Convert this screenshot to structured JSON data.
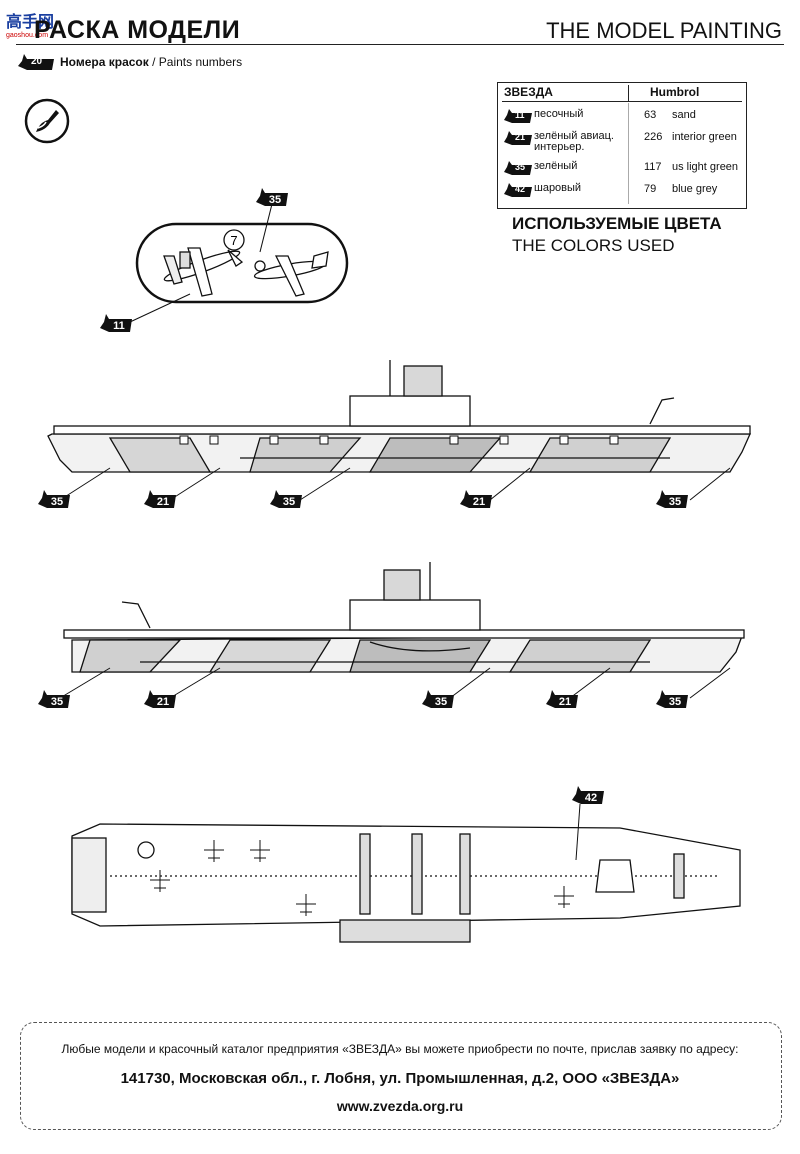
{
  "header": {
    "watermark": "高手网",
    "watermark_sub": "gaoshou.com",
    "title_ru": "РАСКА МОДЕЛИ",
    "title_en": "THE MODEL PAINTING",
    "step_number": "20",
    "paints_label_ru": "Номера красок",
    "paints_label_sep": " / ",
    "paints_label_en": "Paints numbers"
  },
  "paint_table": {
    "col_brand": "ЗВЕЗДА",
    "col_humbrol": "Humbrol",
    "rows": [
      {
        "code": "11",
        "name_ru": "песочный",
        "humbrol": "63",
        "name_en": "sand"
      },
      {
        "code": "21",
        "name_ru": "зелёный авиац. интерьер.",
        "humbrol": "226",
        "name_en": "interior green"
      },
      {
        "code": "35",
        "name_ru": "зелёный",
        "humbrol": "117",
        "name_en": "us light green"
      },
      {
        "code": "42",
        "name_ru": "шаровый",
        "humbrol": "79",
        "name_en": "blue grey"
      }
    ]
  },
  "colors_used": {
    "ru": "ИСПОЛЬЗУЕМЫЕ ЦВЕТА",
    "en": "THE COLORS USED"
  },
  "aircraft_inset": {
    "part_number": "7",
    "callout_top": "35",
    "callout_bottom": "11"
  },
  "side_view_1_callouts": [
    "35",
    "21",
    "35",
    "21",
    "35"
  ],
  "side_view_2_callouts": [
    "35",
    "21",
    "35",
    "21",
    "35"
  ],
  "top_view_callout": "42",
  "footer": {
    "line1": "Любые модели и красочный каталог предприятия «ЗВЕЗДА» вы можете приобрести по почте, прислав заявку по адресу:",
    "line2": "141730, Московская обл., г. Лобня, ул. Промышленная, д.2, ООО «ЗВЕЗДА»",
    "line3": "www.zvezda.org.ru"
  },
  "colors": {
    "sand": "#f2f2f2",
    "green_light": "#d8d8d8",
    "green_dark": "#a9a9a9",
    "outline": "#1a1a1a"
  }
}
